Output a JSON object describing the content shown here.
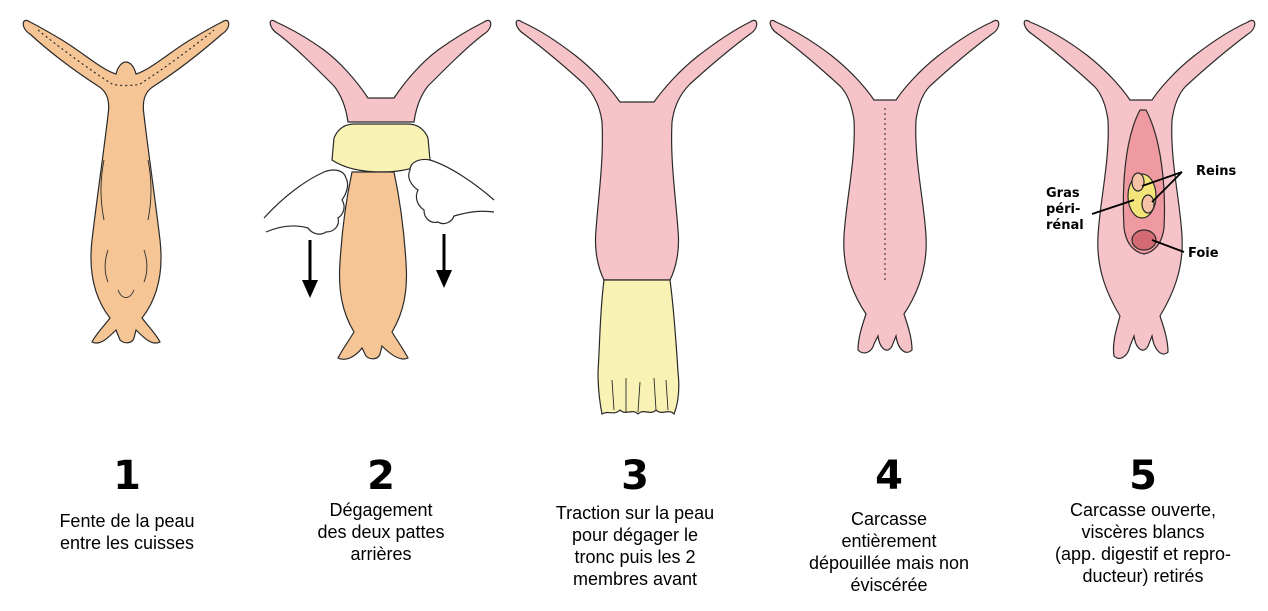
{
  "colors": {
    "skin_fur": "#f6c595",
    "carcass": "#f6c3c8",
    "pelt": "#f8f3b4",
    "outline": "#2a2a2a",
    "cavity": "#ef9aa0",
    "fat": "#f4e57a",
    "liver": "#d36b72",
    "kidney": "#f6c3a6"
  },
  "steps": [
    {
      "number": "1",
      "caption_lines": [
        "Fente de la peau",
        "entre les cuisses"
      ]
    },
    {
      "number": "2",
      "caption_lines": [
        "Dégagement",
        "des deux pattes",
        "arrières"
      ]
    },
    {
      "number": "3",
      "caption_lines": [
        "Traction sur la peau",
        "pour dégager le",
        "tronc puis les 2",
        "membres avant"
      ]
    },
    {
      "number": "4",
      "caption_lines": [
        "Carcasse",
        "entièrement",
        "dépouillée mais non",
        "éviscérée"
      ]
    },
    {
      "number": "5",
      "caption_lines": [
        "Carcasse ouverte,",
        "viscères blancs",
        "(app. digestif et repro-",
        "ducteur) retirés"
      ]
    }
  ],
  "annotations": {
    "reins": "Reins",
    "gras_lines": [
      "Gras",
      "péri-",
      "rénal"
    ],
    "foie": "Foie"
  },
  "icons": [
    "down-arrow-icon",
    "hand-icon"
  ]
}
